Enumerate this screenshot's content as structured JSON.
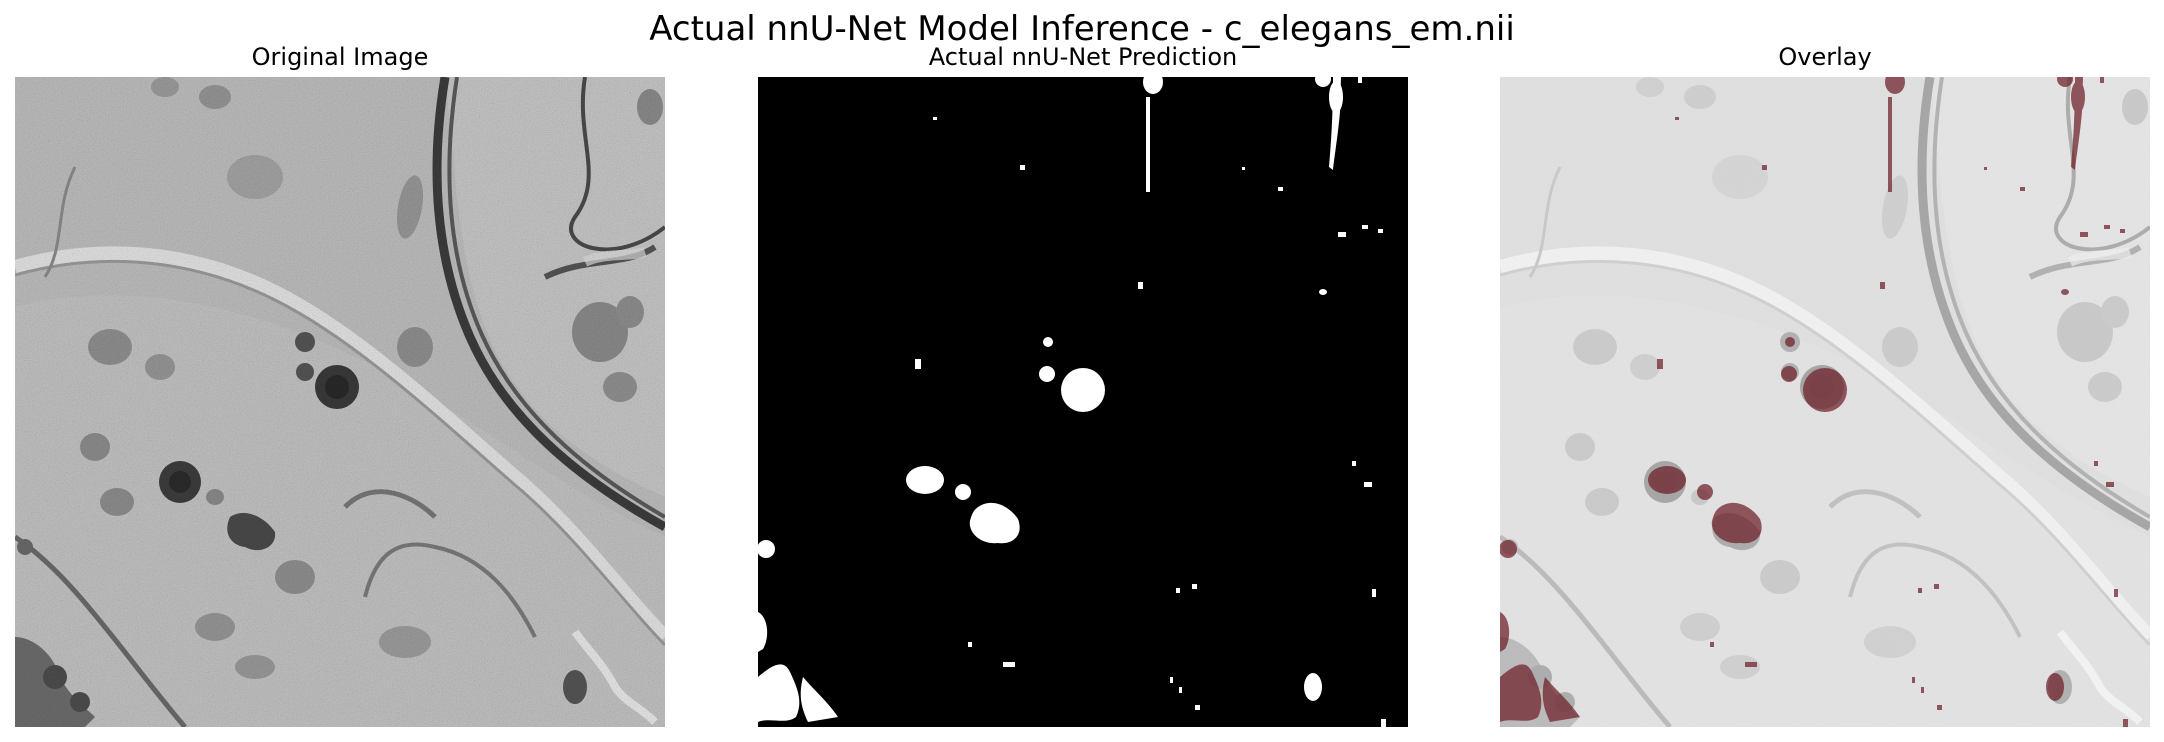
{
  "figure": {
    "title": "Actual nnU-Net Model Inference - c_elegans_em.nii"
  },
  "panels": [
    {
      "title": "Original Image"
    },
    {
      "title": "Actual nnU-Net Prediction"
    },
    {
      "title": "Overlay"
    }
  ],
  "colors": {
    "background": "#ffffff",
    "em_gray": "#b9b9b9",
    "mask_background": "#000000",
    "mask_foreground": "#ffffff",
    "overlay_tint": "#6e1e28"
  }
}
